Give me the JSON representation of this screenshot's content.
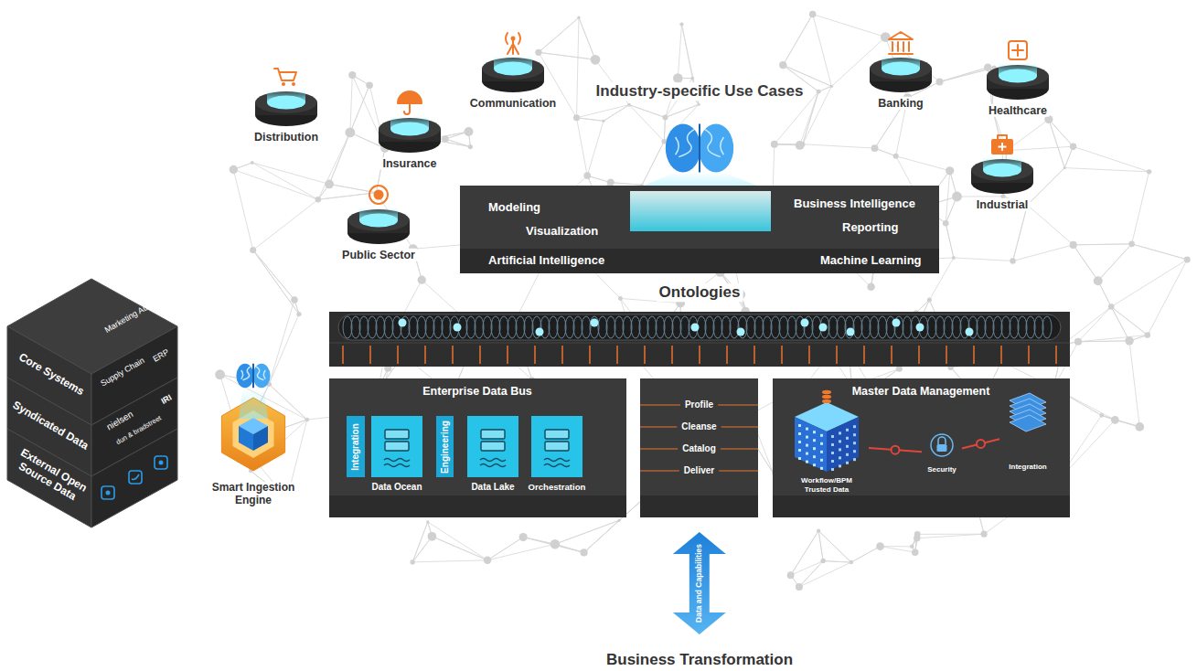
{
  "diagram": {
    "title": "Industry-specific Use Cases",
    "nodes": [
      {
        "text": [
          "Distribution"
        ]
      },
      {
        "text": [
          "Insurance"
        ]
      },
      {
        "text": [
          "Communication"
        ]
      },
      {
        "text": [
          "Public Sector"
        ]
      },
      {
        "text": [
          "Banking"
        ]
      },
      {
        "text": [
          "Healthcare"
        ]
      },
      {
        "text": [
          "Industrial"
        ]
      },
      {
        "text": [
          "Modeling",
          "Visualization",
          "Business Intelligence",
          "Reporting",
          "Artificial Intelligence",
          "Machine Learning"
        ]
      },
      {
        "text": [
          "Ontologies"
        ]
      },
      {
        "text": [
          "Core Systems",
          "Marketing Automation",
          "ERP",
          "Supply Chain"
        ]
      },
      {
        "text": [
          "Syndicated Data",
          "IRI",
          "nielsen",
          "dun & bradstreet"
        ]
      },
      {
        "text": [
          "External Open Source Data"
        ]
      },
      {
        "text": [
          "Smart Ingestion Engine"
        ]
      },
      {
        "text": [
          "Enterprise Data Bus"
        ]
      },
      {
        "text": [
          "Integration"
        ],
        "in": 13
      },
      {
        "text": [
          "Data Ocean"
        ],
        "in": 13
      },
      {
        "text": [
          "Engineering"
        ],
        "in": 13
      },
      {
        "text": [
          "Data Lake"
        ],
        "in": 13
      },
      {
        "text": [
          "Orchestration"
        ],
        "in": 13
      },
      {
        "text": [
          "Profile",
          "Cleanse",
          "Catalog",
          "Deliver"
        ]
      },
      {
        "text": [
          "Master Data Management"
        ]
      },
      {
        "text": [
          "Workflow/BPM",
          "Trusted Data"
        ],
        "in": 20
      },
      {
        "text": [
          "Security"
        ],
        "in": 20
      },
      {
        "text": [
          "Integration"
        ],
        "in": 20
      },
      {
        "text": [
          "Business Transformation"
        ]
      }
    ],
    "edges": [
      {
        "from": 19,
        "to": 24,
        "arrow": "both",
        "label": "Data and Capabilities"
      },
      {
        "from": 21,
        "to": 22,
        "arrow": "none"
      },
      {
        "from": 22,
        "to": 23,
        "arrow": "none"
      }
    ]
  }
}
